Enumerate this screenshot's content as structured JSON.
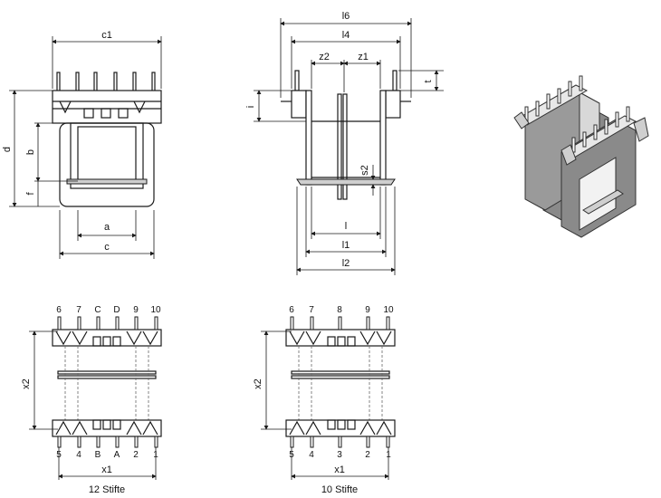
{
  "front_view": {
    "c1": "c1",
    "d": "d",
    "b": "b",
    "f": "f",
    "a": "a",
    "c": "c"
  },
  "side_view": {
    "l6": "l6",
    "l4": "l4",
    "z2": "z2",
    "z1": "z1",
    "t": "t",
    "i": "i",
    "s2": "s2",
    "l": "l",
    "l1": "l1",
    "l2": "l2"
  },
  "bottom_view_12": {
    "top_pins": [
      "6",
      "7",
      "C",
      "D",
      "9",
      "10"
    ],
    "bottom_pins": [
      "5",
      "4",
      "B",
      "A",
      "2",
      "1"
    ],
    "x1": "x1",
    "x2": "x2",
    "caption": "12 Stifte"
  },
  "bottom_view_10": {
    "top_pins": [
      "6",
      "7",
      "8",
      "9",
      "10"
    ],
    "bottom_pins": [
      "5",
      "4",
      "3",
      "2",
      "1"
    ],
    "x1": "x1",
    "x2": "x2",
    "caption": "10 Stifte"
  },
  "colors": {
    "line": "#1a1a1a",
    "fill_grey": "#cfcfcf",
    "dark_grey": "#8a8a8a"
  }
}
